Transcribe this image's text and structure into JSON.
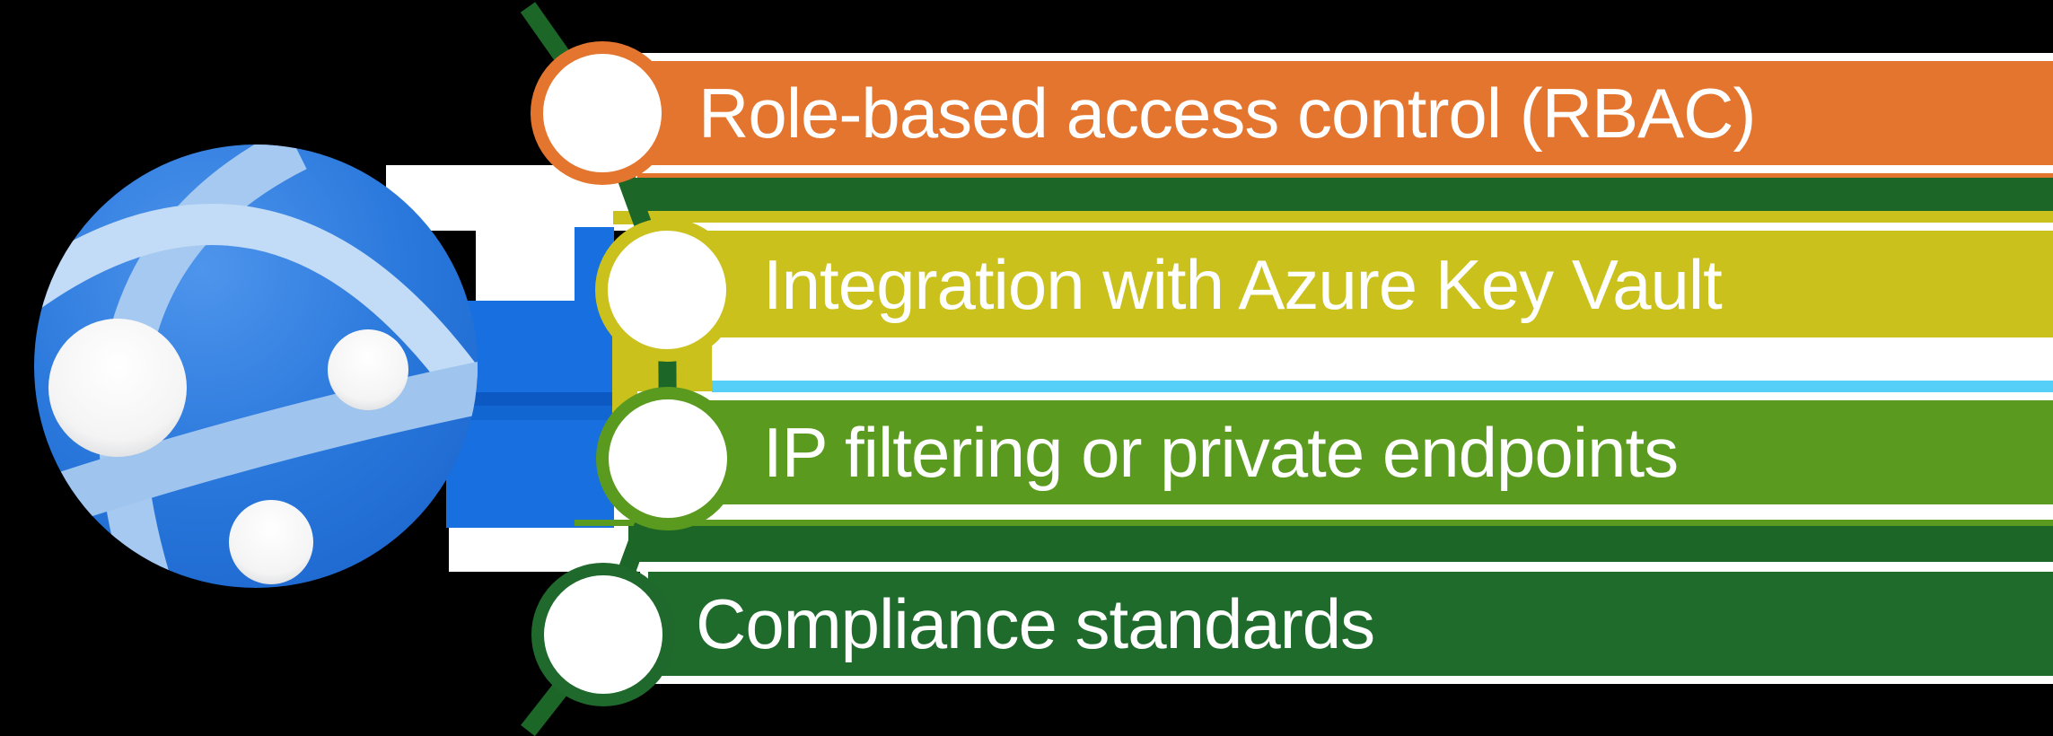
{
  "diagram": {
    "icon": "azure-app-service-globe-icon",
    "items": [
      {
        "label": "Role-based access control (RBAC)",
        "color": "#E4752E"
      },
      {
        "label": "Integration with Azure Key Vault",
        "color": "#CAC11C"
      },
      {
        "label": "IP filtering or private endpoints",
        "color": "#5A9A1E"
      },
      {
        "label": "Compliance standards",
        "color": "#1E6B2C"
      }
    ],
    "text_color": "#FFFFFF",
    "connector_color": "#1C6628",
    "accent_bands": {
      "dark_green": "#1C6628",
      "sky_blue": "#55CFF8",
      "thin_orange": "#E4752E",
      "thin_yellow": "#CAC11C",
      "thin_green": "#5A9A1E"
    },
    "globe_colors": {
      "sphere_blue": "#2070D8",
      "arc_light_blue": "#A8CBEF",
      "node_white": "#FFFFFF"
    }
  }
}
